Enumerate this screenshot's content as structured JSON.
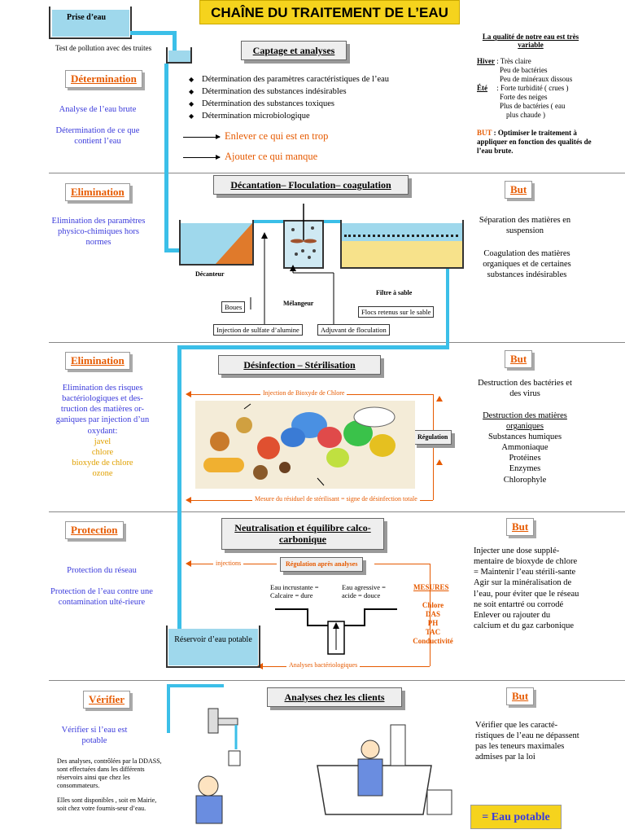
{
  "title": "CHAÎNE DU TRAITEMENT DE L’EAU",
  "top": {
    "prise_label": "Prise d’eau",
    "pollution_test": "Test de pollution avec des truites"
  },
  "quality": {
    "heading": "La qualité de notre eau est très variable",
    "hiver_label": "Hiver",
    "hiver_lines": [
      ": Très claire",
      "Peu de bactéries",
      "Peu de minéraux dissous"
    ],
    "ete_label": "Été",
    "ete_lines": [
      ": Forte turbidité ( crues )",
      "Forte des neiges",
      "Plus de bactéries ( eau",
      "plus chaude )"
    ],
    "but_label": "BUT",
    "but_text": ": Optimiser le traitement à appliquer en fonction des qualités de l’eau brute."
  },
  "s1": {
    "label": "Détermination",
    "analyse": "Analyse de l’eau brute",
    "desc": "Détermination de ce que contient l’eau",
    "title": "Captage et analyses",
    "bullets": [
      "Détermination des paramètres caractéristiques de l’eau",
      "Détermination des substances indésirables",
      "Détermination des substances toxiques",
      "Détermination  microbiologique"
    ],
    "action1": "Enlever ce qui est en trop",
    "action2": "Ajouter ce qui manque"
  },
  "s2": {
    "label": "Elimination",
    "desc": "Elimination des paramètres physico-chimiques hors normes",
    "title": "Décantation– Floculation– coagulation",
    "but": "But",
    "but_text1": "Séparation des matières en suspension",
    "but_text2": "Coagulation des matières organiques et de certaines substances indésirables",
    "decanteur": "Décanteur",
    "melangeur": "Mélangeur",
    "filtre": "Filtre à sable",
    "boues": "Boues",
    "flocs": "Flocs retenus sur le sable",
    "injection": "Injection de sulfate d’alumine",
    "adjuvant": "Adjuvant de floculation"
  },
  "s3": {
    "label": "Elimination",
    "desc": "Elimination des  risques bactériologiques et des-truction des matières or-ganiques par injection d’un oxydant:",
    "oxidants": [
      "javel",
      "chlore",
      "bioxyde de chlore",
      "ozone"
    ],
    "title": "Désinfection – Stérilisation",
    "injection": "Injection de Bioxyde de Chlore",
    "mesure": "Mesure du résiduel de stérilisant = signe de désinfection totale",
    "regulation": "Régulation",
    "but": "But",
    "but_text1": "Destruction des bactéries et des virus",
    "but_text2": "Destruction des matières organiques",
    "but_list": [
      "Substances humiques",
      "Ammoniaque",
      "Protéines",
      "Enzymes",
      "Chlorophyle"
    ]
  },
  "s4": {
    "label": "Protection",
    "desc1": "Protection du réseau",
    "desc2": "Protection de l’eau contre une contamination ulté-rieure",
    "title": "Neutralisation et équilibre calco-carbonique",
    "injections": "injections",
    "regulation": "Régulation après analyses",
    "incrustante": "Eau incrustante = Calcaire = dure",
    "agressive": "Eau agressive = acide = douce",
    "mesures": "MESURES",
    "mesure_list": [
      "Chlore",
      "DAS",
      "PH",
      "TAC",
      "Conductivité"
    ],
    "analyses_bact": "Analyses bactériologiques",
    "reservoir": "Réservoir d’eau potable",
    "but": "But",
    "but_text": "Injecter une dose supplé-mentaire de bioxyde de chlore = Maintenir l’eau stérili-sante Agir sur la minéralisation de l’eau, pour éviter que le réseau ne soit entartré ou corrodé Enlever ou rajouter du calcium et du gaz carbonique"
  },
  "s5": {
    "label": "Vérifier",
    "desc": "Vérifier si l’eau est potable",
    "note1": "Des analyses, contrôlées par la DDASS, sont effectuées dans les différents réservoirs ainsi que chez les consommateurs.",
    "note2": "Elles sont disponibles , soit en Mairie, soit chez votre fournis-seur d’eau.",
    "title": "Analyses chez les clients",
    "but": "But",
    "but_text": "Vérifier que les caracté-ristiques de l’eau ne dépassent pas les teneurs maximales admises par la loi",
    "final": "= Eau potable"
  }
}
